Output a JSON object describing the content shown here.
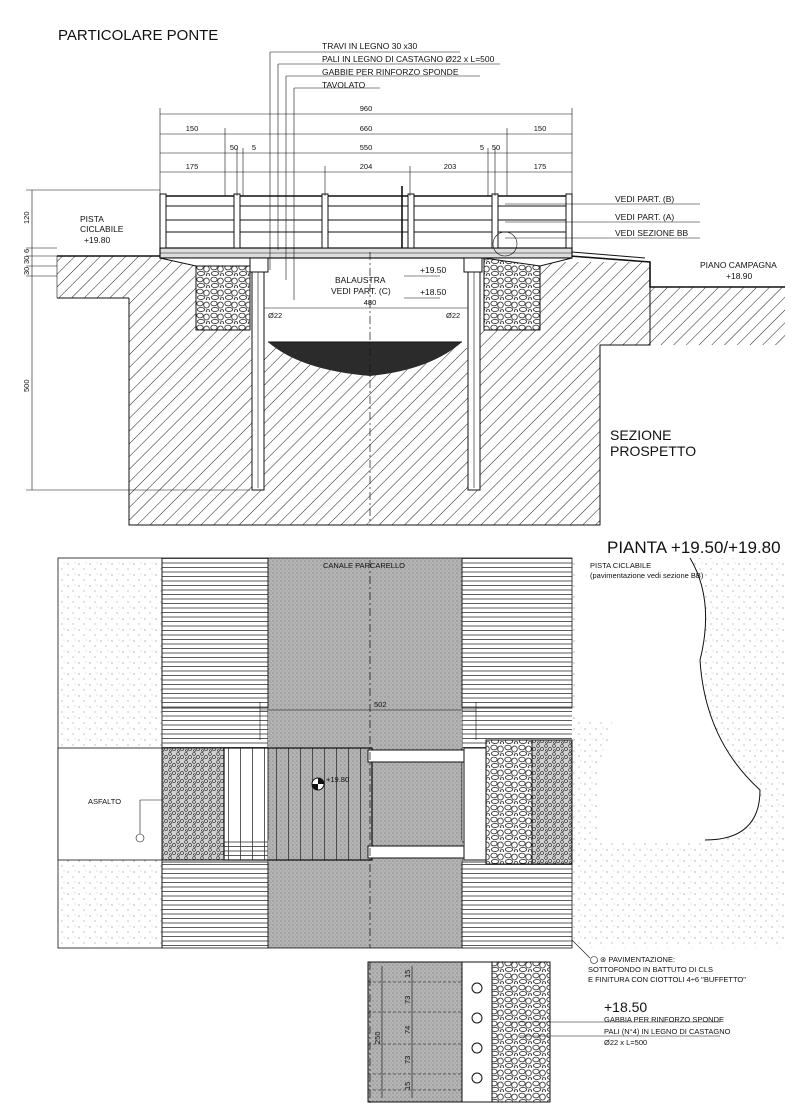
{
  "title": "PARTICOLARE PONTE",
  "section": {
    "label_line1": "SEZIONE",
    "label_line2": "PROSPETTO",
    "callouts": {
      "travi": "TRAVI IN LEGNO 30 x30",
      "pali": "PALI IN LEGNO DI CASTAGNO Ø22 x L=500",
      "gabbie": "GABBIE PER RINFORZO SPONDE",
      "tavolato": "TAVOLATO"
    },
    "dims_row1": [
      "960"
    ],
    "dims_row2": [
      "150",
      "660",
      "150"
    ],
    "dims_row3": [
      "50",
      "5",
      "550",
      "5",
      "50"
    ],
    "dims_row4": [
      "175",
      "204",
      "203",
      "175"
    ],
    "vertical_dims": [
      "120",
      "6",
      "30",
      "30",
      "500"
    ],
    "right_refs": [
      "VEDI PART. (B)",
      "VEDI PART. (A)",
      "VEDI SEZIONE BB"
    ],
    "pista_line1": "PISTA",
    "pista_line2": "CICLABILE",
    "pista_elev": "+19.80",
    "piano_label": "PIANO CAMPAGNA",
    "piano_elev": "+18.90",
    "balaustra_line1": "BALAUSTRA",
    "balaustra_line2": "VEDI PART. (C)",
    "elev_1950": "+19.50",
    "elev_1850": "+18.50",
    "span": "480",
    "dia_left": "Ø22",
    "dia_right": "Ø22"
  },
  "plan": {
    "title": "PIANTA +19.50/+19.80",
    "canal": "CANALE PARCARELLO",
    "pista_line1": "PISTA CICLABILE",
    "pista_line2": "(pavimentazione vedi sezione BB)",
    "asfalto": "ASFALTO",
    "dim_502": "502",
    "elev_1980": "+19.80",
    "pav_title": "⊛ PAVIMENTAZIONE:",
    "pav_line1": "SOTTOFONDO IN BATTUTO DI CLS",
    "pav_line2": "E FINITURA CON CIOTTOLI 4÷6 \"BUFFETTO\""
  },
  "detail": {
    "elev": "+18.50",
    "gabbia": "GABBIA PER RINFORZO SPONDE",
    "pali_line1": "PALI (N°4) IN LEGNO DI CASTAGNO",
    "pali_line2": "Ø22 x L=500",
    "dims": [
      "15",
      "73",
      "74",
      "73",
      "15"
    ],
    "dim_total": "250"
  }
}
